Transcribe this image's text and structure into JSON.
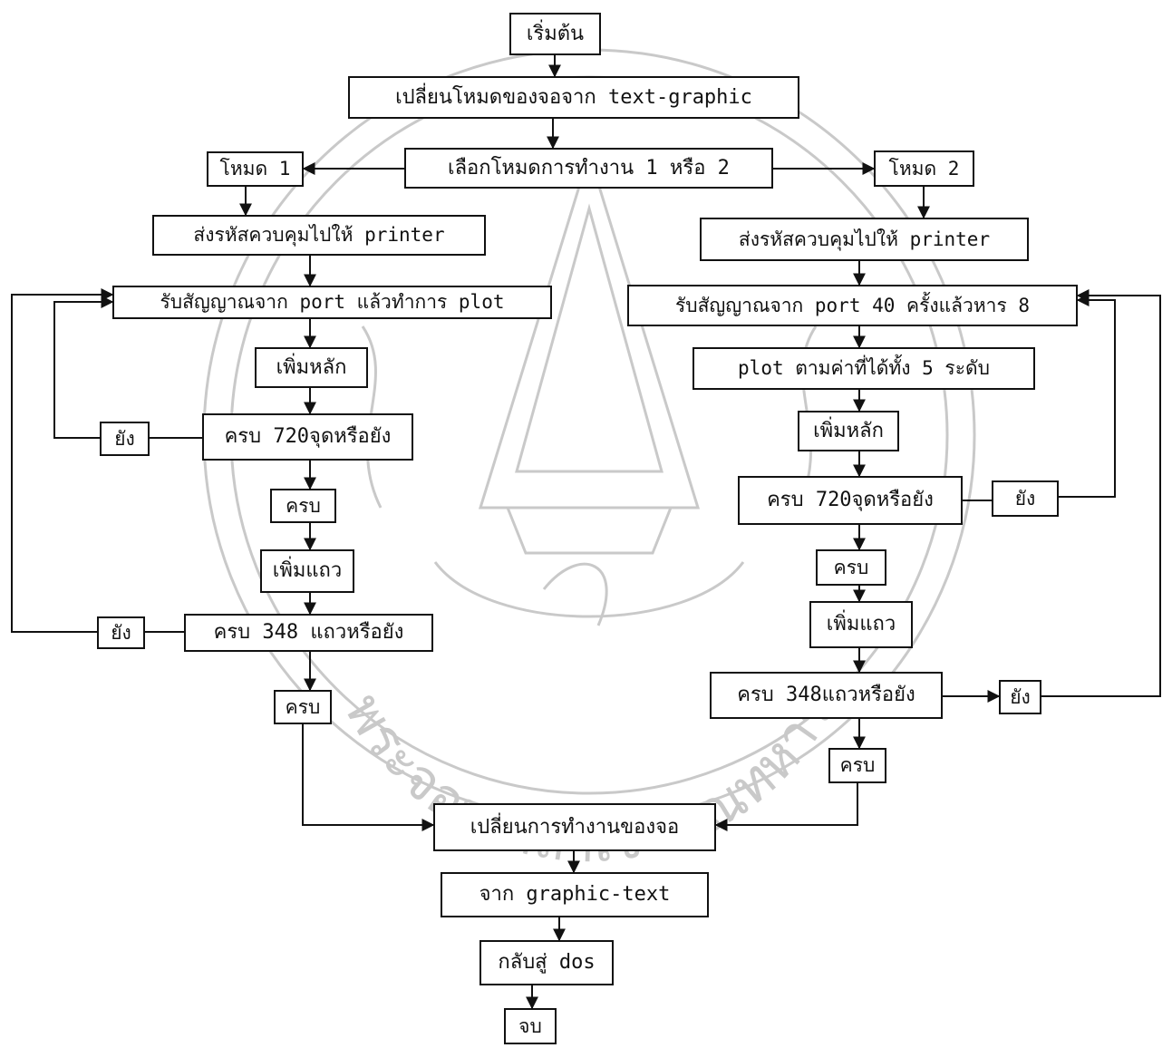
{
  "watermark": {
    "arc_text": "พระจอมเกล้าเจ้าคุณทหาร",
    "color": "#c9c9c9"
  },
  "nodes": {
    "start": "เริ่มต้น",
    "switch_screen": "เปลี่ยนโหมดของจอจาก text-graphic",
    "choose_mode": "เลือกโหมดการทำงาน 1 หรือ 2",
    "mode1": "โหมด 1",
    "mode2": "โหมด 2",
    "m1_send_code": "ส่งรหัสควบคุมไปให้ printer",
    "m1_receive": "รับสัญญาณจาก port แล้วทำการ plot",
    "m1_add_col": "เพิ่มหลัก",
    "m1_check_720": "ครบ 720จุดหรือยัง",
    "m1_not_yet_1": "ยัง",
    "m1_done_1": "ครบ",
    "m1_add_row": "เพิ่มแถว",
    "m1_check_348": "ครบ 348 แถวหรือยัง",
    "m1_not_yet_2": "ยัง",
    "m1_done_2": "ครบ",
    "m2_send_code": "ส่งรหัสควบคุมไปให้ printer",
    "m2_receive": "รับสัญญาณจาก port 40 ครั้งแล้วหาร 8",
    "m2_plot": "plot ตามค่าที่ได้ทั้ง 5 ระดับ",
    "m2_add_col": "เพิ่มหลัก",
    "m2_check_720": "ครบ 720จุดหรือยัง",
    "m2_not_yet_1": "ยัง",
    "m2_done_1": "ครบ",
    "m2_add_row": "เพิ่มแถว",
    "m2_check_348": "ครบ 348แถวหรือยัง",
    "m2_not_yet_2": "ยัง",
    "m2_done_2": "ครบ",
    "switch_back": "เปลี่ยนการทำงานของจอ",
    "graphic_text": "จาก graphic-text",
    "return_dos": "กลับสู่ dos",
    "end": "จบ"
  },
  "colors": {
    "ink": "#111111",
    "paper": "#ffffff",
    "watermark": "#c9c9c9"
  }
}
